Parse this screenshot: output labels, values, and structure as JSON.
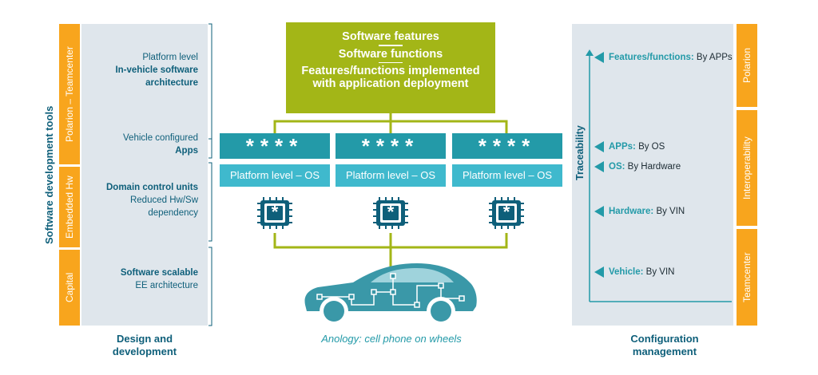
{
  "left": {
    "axis_label": "Software development tools",
    "tools": [
      "Polarion – Teamcenter",
      "Embedded Hw",
      "Capital"
    ],
    "levels": [
      {
        "line1": "Platform level",
        "line2": "In-vehicle software",
        "line3": "architecture"
      },
      {
        "line1": "Vehicle configured",
        "line2": "Apps"
      },
      {
        "line1": "Domain control units",
        "line2": "Reduced Hw/Sw",
        "line3": "dependency"
      },
      {
        "line1": "Software scalable",
        "line2": "EE architecture"
      }
    ],
    "caption_line1": "Design and",
    "caption_line2": "development"
  },
  "center": {
    "features": {
      "line1": "Software features",
      "line2": "Software functions",
      "line3": "Features/functions implemented",
      "line4": "with application deployment"
    },
    "apps": [
      "****",
      "****",
      "****"
    ],
    "os": [
      "Platform level – OS",
      "Platform level – OS",
      "Platform level – OS"
    ],
    "chip_symbol": "*",
    "caption": "Anology: cell phone on wheels"
  },
  "right": {
    "axis_label": "Traceability",
    "items": [
      {
        "key": "Features/functions:",
        "value": " By APPs"
      },
      {
        "key": "APPs:",
        "value": " By OS"
      },
      {
        "key": "OS:",
        "value": " By Hardware"
      },
      {
        "key": "Hardware:",
        "value": " By VIN"
      },
      {
        "key": "Vehicle:",
        "value": " By VIN"
      }
    ],
    "tools": [
      "Polarion",
      "Interoperability",
      "Teamcenter"
    ],
    "caption_line1": "Configuration",
    "caption_line2": "management"
  },
  "colors": {
    "orange": "#f8a51d",
    "panel": "#dfe6ec",
    "teal_dark": "#0e5f7a",
    "teal": "#239aa8",
    "cyan": "#3fb9cd",
    "green": "#a3b617"
  }
}
